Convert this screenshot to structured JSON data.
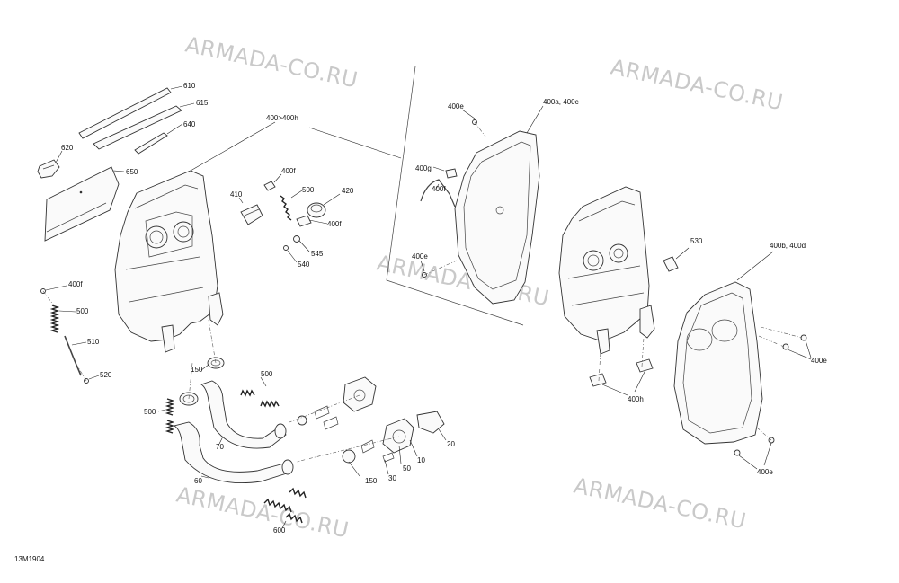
{
  "watermarks": [
    "ARMADA-CO.RU",
    "ARMADA-CO.RU",
    "ARMADA-CO.RU",
    "ARMADA-CO.RU",
    "ARMADA-CO.RU"
  ],
  "diagram_code": "13M1904",
  "callouts": {
    "c610": "610",
    "c615": "615",
    "c640": "640",
    "c620": "620",
    "c650": "650",
    "c400_400h": "400>400h",
    "c410": "410",
    "c400f_a": "400f",
    "c500_a": "500",
    "c420": "420",
    "c400f_b": "400f",
    "c545": "545",
    "c540": "540",
    "c400f_c": "400f",
    "c500_b": "500",
    "c510": "510",
    "c520": "520",
    "c150_a": "150",
    "c500_c": "500",
    "c500_d": "500",
    "c70": "70",
    "c60": "60",
    "c600": "600",
    "c150_b": "150",
    "c30": "30",
    "c50": "50",
    "c10": "10",
    "c20": "20",
    "c400e_a": "400e",
    "c400a_c": "400a, 400c",
    "c400g": "400g",
    "c400f_d": "400f",
    "c400e_b": "400e",
    "c530": "530",
    "c400b_d": "400b, 400d",
    "c400e_c": "400e",
    "c400h": "400h",
    "c400e_d": "400e"
  }
}
